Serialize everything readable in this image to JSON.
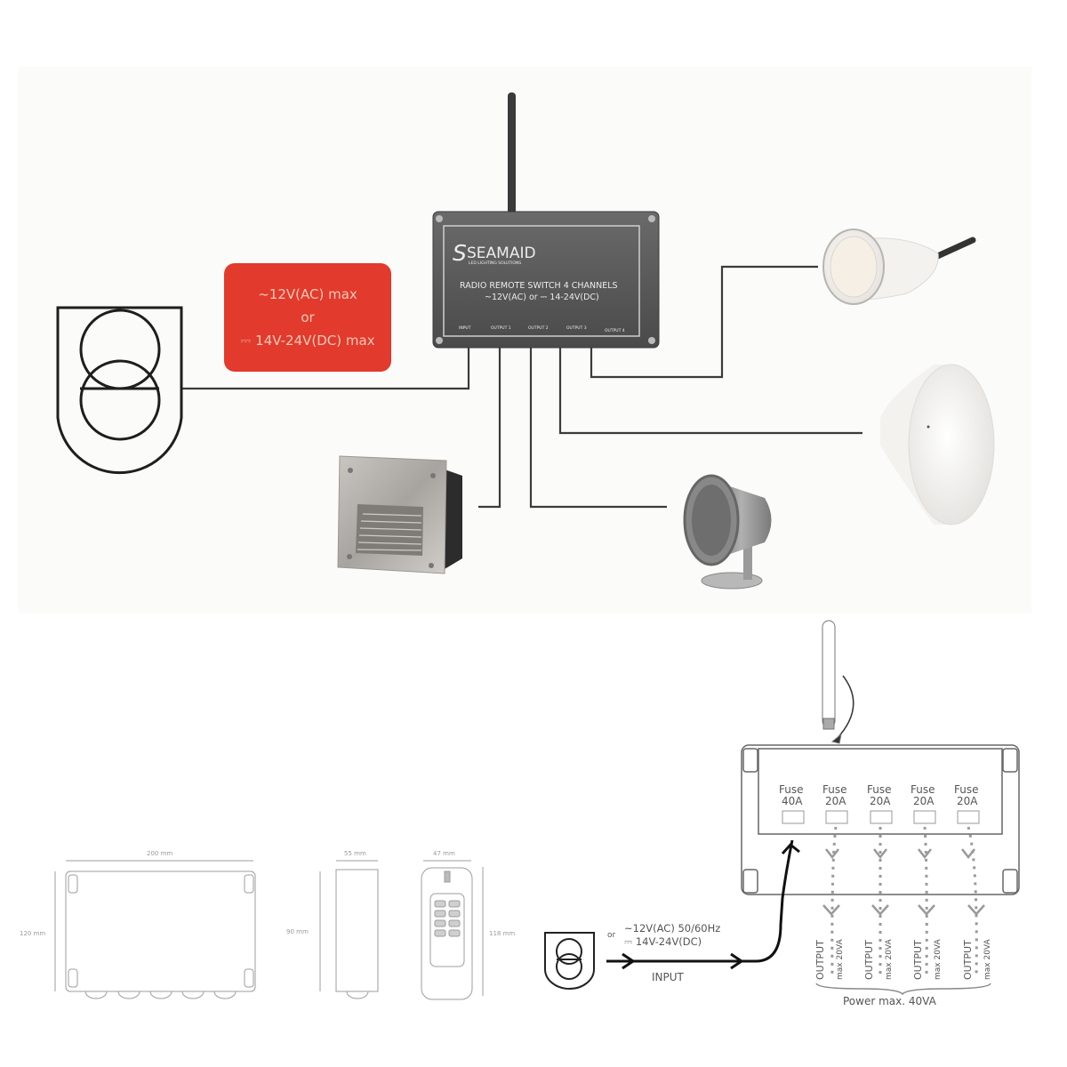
{
  "controller": {
    "brand": "SEAMAID",
    "tagline": "LED LIGHTING SOLUTIONS",
    "title": "RADIO REMOTE SWITCH 4 CHANNELS",
    "spec": "~12V(AC) or ⎓ 14-24V(DC)",
    "ports": [
      "INPUT",
      "OUTPUT 1",
      "OUTPUT 2",
      "OUTPUT 3",
      "OUTPUT 4"
    ]
  },
  "power_label": {
    "line1": "~12V(AC) max",
    "line2": "or",
    "line3": "⎓ 14V-24V(DC) max",
    "color": "#e23a2c"
  },
  "devices": [
    {
      "name": "transformer",
      "icon": "transformer-icon"
    },
    {
      "name": "recessed-step-light",
      "connected_to": "OUTPUT 1"
    },
    {
      "name": "spot-light",
      "connected_to": "OUTPUT 2"
    },
    {
      "name": "par56-pool-light",
      "connected_to": "OUTPUT 3"
    },
    {
      "name": "mini-pool-light",
      "connected_to": "OUTPUT 4"
    }
  ],
  "dimensions": {
    "box_width": "200 mm",
    "box_height": "120 mm",
    "side_width": "55 mm",
    "side_height": "90 mm",
    "remote_width": "47 mm",
    "remote_height": "118 mm"
  },
  "schematic": {
    "fuses": [
      {
        "label": "Fuse",
        "rating": "40A"
      },
      {
        "label": "Fuse",
        "rating": "20A"
      },
      {
        "label": "Fuse",
        "rating": "20A"
      },
      {
        "label": "Fuse",
        "rating": "20A"
      },
      {
        "label": "Fuse",
        "rating": "20A"
      }
    ],
    "input_or": "or",
    "input_ac": "~12V(AC) 50/60Hz",
    "input_dc": "⎓ 14V-24V(DC)",
    "input_label": "INPUT",
    "outputs": [
      {
        "label": "OUTPUT",
        "max": "max 20VA"
      },
      {
        "label": "OUTPUT",
        "max": "max 20VA"
      },
      {
        "label": "OUTPUT",
        "max": "max 20VA"
      },
      {
        "label": "OUTPUT",
        "max": "max 20VA"
      }
    ],
    "power_total": "Power max. 40VA"
  }
}
